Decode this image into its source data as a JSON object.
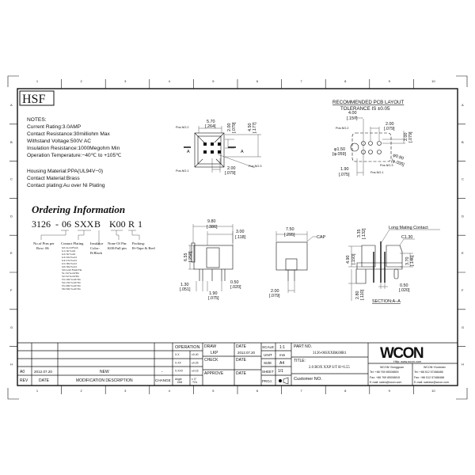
{
  "frame": {
    "columns": [
      "1",
      "2",
      "3",
      "4",
      "5",
      "6",
      "7",
      "8",
      "9",
      "10"
    ],
    "rows": [
      "A",
      "B",
      "C",
      "D",
      "E",
      "F",
      "G",
      "H"
    ]
  },
  "hsf_label": "HSF",
  "notes": {
    "heading": "NOTES:",
    "lines": [
      "Current  Rating:3.0AMP",
      "Contact  Resistance:30milliohm  Max",
      "Withstand  Voltage:500V  AC",
      "Insulation  Resistance:1000Megohm  Min",
      "Operation  Temperature:−40℃  to  +105℃"
    ],
    "materials": [
      "Housing  Material:PPA(UL94V−0)",
      "Contact  Material:Brass",
      "Contact  plating:Au  over  Ni  Plating"
    ]
  },
  "ordering": {
    "title": "Ordering Information",
    "code": [
      "3126",
      "-",
      "06",
      "S",
      "XX",
      "B",
      "K00",
      "R",
      "1"
    ],
    "pins_label": [
      "No.of Pins per",
      "Row: 06"
    ],
    "plating_label": "Contact Plating",
    "plating_options": [
      "G0=Gold Flash",
      "G1=3u\"Gold",
      "G2=5u\"Gold",
      "G3=10u\"Gold",
      "G4=15u\"Gold",
      "G5=30u\"Gold",
      "G6=50u\"Gold",
      "S0=Gold Flash/Tin",
      "S1=3u\"Gold/Tin",
      "S2=5u\"Gold/Tin",
      "S3=10u\"Gold/Tin",
      "S4=15u\"Gold/Tin",
      "S5=30u\"Gold/Tin",
      "S6=50u\"Gold/Tin"
    ],
    "insulator_label": [
      "Insulator",
      "Color:",
      "B:Black"
    ],
    "pin_label": [
      "None Of Pin:",
      "K00:Full pin"
    ],
    "packing_label": [
      "Packing:",
      "R=Tape & Reel"
    ]
  },
  "top_view": {
    "dim_width": [
      "5.70",
      "[.264]"
    ],
    "dim_pitch_v": [
      "2.00",
      "[.079]"
    ],
    "dim_height": [
      "4.50",
      "[.177]"
    ],
    "dim_pitch_h": [
      "2.00",
      "[.079]"
    ],
    "pos2": "Pos.NO.2",
    "pos1": "Pos.NO.1",
    "pos3": "Pos.NO.3",
    "section_mark": "A"
  },
  "pcb_layout": {
    "title": "RECOMMENDED  PCB  LAYOUT",
    "tolerance": "TOLERANCE  IS  ±0.05",
    "dim_a": [
      "4.00",
      "[.157]"
    ],
    "dim_b": [
      "2.00",
      "[.079]"
    ],
    "dim_c": [
      "2.00",
      "[.079]"
    ],
    "hole_big": [
      "φ1.50",
      "[φ.059]"
    ],
    "hole_small": [
      "φ0.90",
      "[φ.035]"
    ],
    "dim_d": [
      "1.90",
      "[.075]"
    ],
    "pos2": "Pos.NO.2",
    "pos1": "Pos.NO.1",
    "pos3": "Pos.NO.3"
  },
  "front_view": {
    "dim_width": [
      "9.80",
      "[.386]"
    ],
    "dim_top": [
      "3.00",
      "[.118]"
    ],
    "dim_height": [
      "6.55",
      "[.258]"
    ],
    "dim_a": [
      "1.30",
      "[.051]"
    ],
    "dim_b": [
      "1.90",
      "[.075]"
    ],
    "dim_c": [
      "0.50",
      "[.020]"
    ]
  },
  "side_view": {
    "dim_width": [
      "7.50",
      "[.295]"
    ],
    "cap_label": "CAP",
    "dim_pitch": [
      "2.00",
      "[.079]"
    ]
  },
  "section_view": {
    "long_contact": "Long Mating Contact",
    "chamfer": "C1.30",
    "dim_a": [
      "3.35",
      "[.132]"
    ],
    "dim_b": [
      "4.90",
      "[.193]"
    ],
    "dim_c": [
      "3.70",
      "[.146]"
    ],
    "dim_d": [
      "2.80",
      "[.110]"
    ],
    "dim_e": [
      "0.50",
      "[.020]"
    ],
    "label": "SECTION:A−A"
  },
  "title_block": {
    "revision": {
      "rev": "A0",
      "date": "2012.07.20",
      "description": "NEW",
      "change": "-"
    },
    "headers": {
      "rev": "REV",
      "date": "DATE",
      "description": "MODIFICATION  DESCRIPTION",
      "change": "CHANGE"
    },
    "operation": "OPERATION",
    "tolerances": [
      [
        "X.X",
        "±0.40"
      ],
      [
        "X.XX",
        "±0.25"
      ],
      [
        "X.XXX",
        "±0.15"
      ],
      [
        "Angle",
        "± 3°"
      ]
    ],
    "dim_label": "DIM",
    "tol_label": "TOL",
    "draw_label": "DRAW",
    "draw_by": "LKP",
    "check_label": "CHECK",
    "approve_label": "APPROVE",
    "date_label": "DATE",
    "draw_date": "2012.07.20",
    "scale_label": "SCALE",
    "scale": "1:1",
    "unit_label": "UNIT",
    "unit": "mm",
    "size_label": "SIZE",
    "size": "A4",
    "sheet_label": "SHEET",
    "sheet": "1/1",
    "proj_label": "PROJ.",
    "part_no_label": "PART  NO.",
    "part_no": "3126-06SXXBK00R1",
    "title_label": "TITLE:",
    "title": "2.0 BOX XXP S/T H=6.55",
    "customer_label": "Customer  NO."
  },
  "company": {
    "logo": "WCON",
    "url": "Http:  www.wcon.com",
    "offices": [
      {
        "name": "WCON−Dongguan",
        "tel": "Tel: +86 769 85008800",
        "fax": "Fax: +86 769 85008815",
        "email": "E-mail: sales@wcon.com"
      },
      {
        "name": "WCON−Kunshan",
        "tel": "Tel: +86 512 57488488",
        "fax": "Fax: +86 512 57488488",
        "email": "E-mail: saleskz@wcon.com"
      }
    ]
  }
}
